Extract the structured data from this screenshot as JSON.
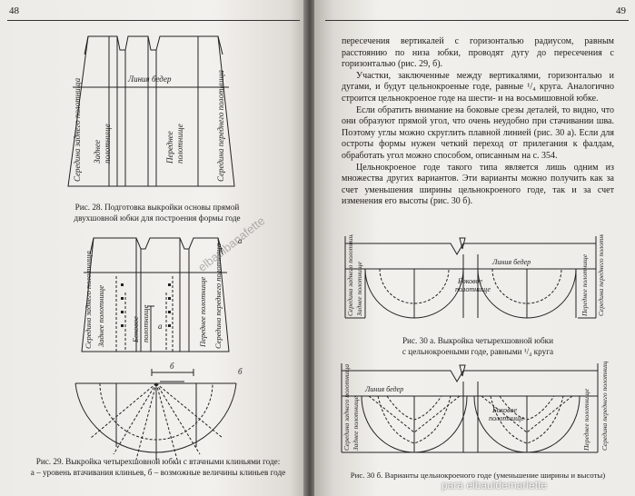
{
  "left_page": {
    "page_number": "48",
    "fig28": {
      "caption_line1": "Рис. 28. Подготовка выкройки основы прямой",
      "caption_line2": "двухшовной юбки для построения формы годе",
      "label_line_hips": "Линия бедер",
      "label_back_center": "Середина заднего полотнища",
      "label_back_panel_1": "Заднее",
      "label_back_panel_2": "полотнище",
      "label_front_panel_1": "Переднее",
      "label_front_panel_2": "полотнище",
      "label_front_center": "Середина переднего полотнища"
    },
    "fig29": {
      "mark_a": "а",
      "mark_b": "б",
      "letter_b": "б",
      "letter_a": "а",
      "label_back_center": "Середина заднего полотнища",
      "label_back_panel": "Заднее полотнище",
      "label_side_1": "Боковое",
      "label_side_2": "полотнище",
      "label_front_panel": "Переднее полотнище",
      "label_front_center": "Середина переднего полотнища",
      "caption_line1": "Рис. 29. Выкройка четырехшовной юбки с втачными клиньями годе:",
      "caption_line2": "а – уровень втачивания клиньев, б – возможные величины клиньев годе"
    }
  },
  "right_page": {
    "page_number": "49",
    "paragraphs": [
      "пересечения вертикалей с горизонталью радиусом, равным расстоянию по низа юбки, проводят дугу до пересечения с горизонталью (рис. 29, б).",
      "Участки, заключенные между вертикалями, горизонталью и дугами, и будут цельнокроеные годе, равные ¹/₄ круга. Аналогично строится цельнокроеное годе на шести- и на восьмишовной юбке.",
      "Если обратить внимание на боковые срезы деталей, то видно, что они образуют прямой угол, что очень неудобно при стачивании шва. Поэтому углы можно скруглить плавной линией (рис. 30 а). Если для остроты формы нужен четкий переход от прилегания к фалдам, обработать угол можно способом, описанным на с. 354.",
      "Цельнокроеное годе такого типа является лишь одним из множества других вариантов. Эти варианты можно получить как за счет уменьшения ширины цельнокроеного годе, так и за счет изменения его высоты (рис. 30 б)."
    ],
    "fig30a": {
      "label_line_hips": "Линия бедер",
      "label_side_1": "Боковое",
      "label_side_2": "полотнище",
      "label_back_1": "Середина заднего полотнища",
      "label_back_2": "Заднее полотнище",
      "label_front_1": "Переднее полотнище",
      "label_front_2": "Середина переднего полотнища",
      "caption_line1": "Рис. 30 а. Выкройка четырехшовной юбки",
      "caption_line2": "с цельнокроеными годе, равными ¹/₄ круга"
    },
    "fig30b": {
      "label_line_hips": "Линия бедер",
      "label_side_1": "Боковое",
      "label_side_2": "полотнище",
      "label_back_1": "Середина заднего полотнища",
      "label_back_2": "Заднее полотнище",
      "label_front_1": "Переднее полотнище",
      "label_front_2": "Середина переднего полотнища",
      "caption": "Рис. 30 б. Варианты цельнокроеного годе (уменьшение ширины и высоты)"
    }
  },
  "watermarks": {
    "diagonal": "elbaulbanafette",
    "bottom": "para elbauldemarlette"
  }
}
